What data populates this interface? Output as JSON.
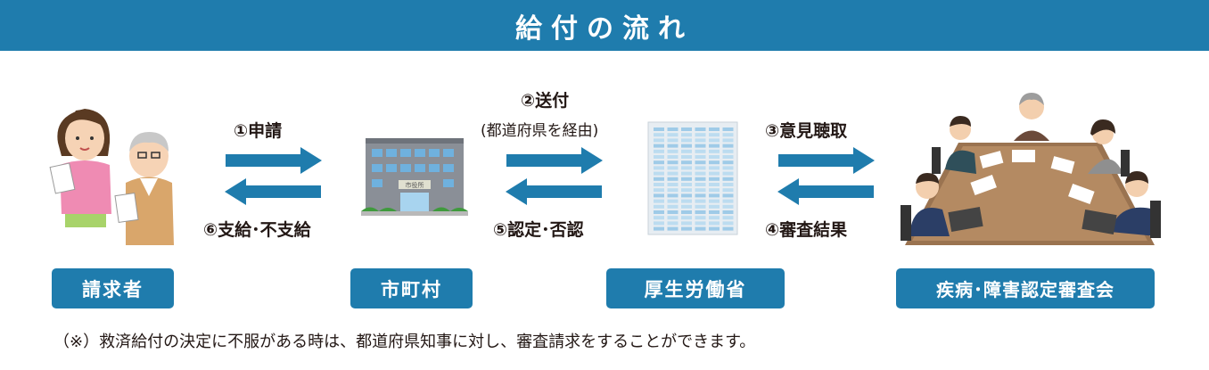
{
  "title": "給付の流れ",
  "steps": {
    "s1": "①申請",
    "s2": "②送付",
    "s2_sub": "(都道府県を経由)",
    "s3": "③意見聴取",
    "s4": "④審査結果",
    "s5": "⑤認定･否認",
    "s6": "⑥支給･不支給"
  },
  "entities": {
    "claimant": "請求者",
    "municipality": "市町村",
    "ministry": "厚生労働省",
    "council": "疾病･障害認定審査会"
  },
  "city_hall_sign": "市役所",
  "note": "（※）救済給付の決定に不服がある時は、都道府県知事に対し、審査請求をすることができます。",
  "colors": {
    "accent": "#1f7cad",
    "text": "#231815"
  }
}
